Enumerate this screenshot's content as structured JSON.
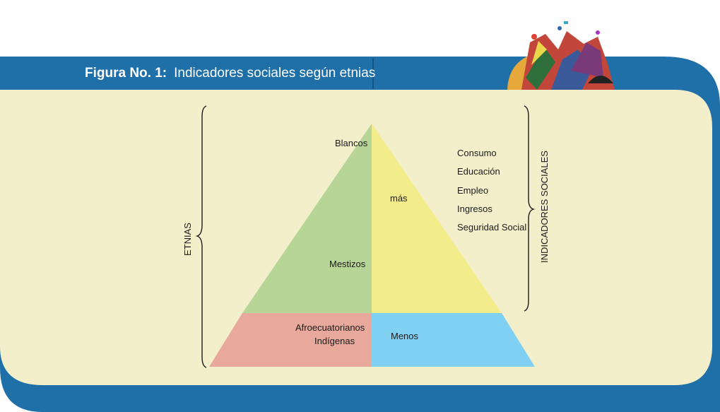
{
  "figure": {
    "title_bold": "Figura No. 1:",
    "title_text": "Indicadores sociales según etnias"
  },
  "pyramid": {
    "left_labels": {
      "top": "Blancos",
      "middle": "Mestizos",
      "bottom_1": "Afroecuatorianos",
      "bottom_2": "Indígenas"
    },
    "right_labels": {
      "top": "más",
      "bottom": "Menos"
    }
  },
  "indicators": [
    "Consumo",
    "Educación",
    "Empleo",
    "Ingresos",
    "Seguridad Social"
  ],
  "axis_labels": {
    "left": "ETNIAS",
    "right": "INDICADORES SOCIALES"
  },
  "colors": {
    "band_blue": "#1f6fa8",
    "panel": "#f4efcb",
    "green": "#b7d597",
    "yellow": "#f3ec8b",
    "pink": "#e8a99c",
    "cyan": "#7fd0f2"
  }
}
